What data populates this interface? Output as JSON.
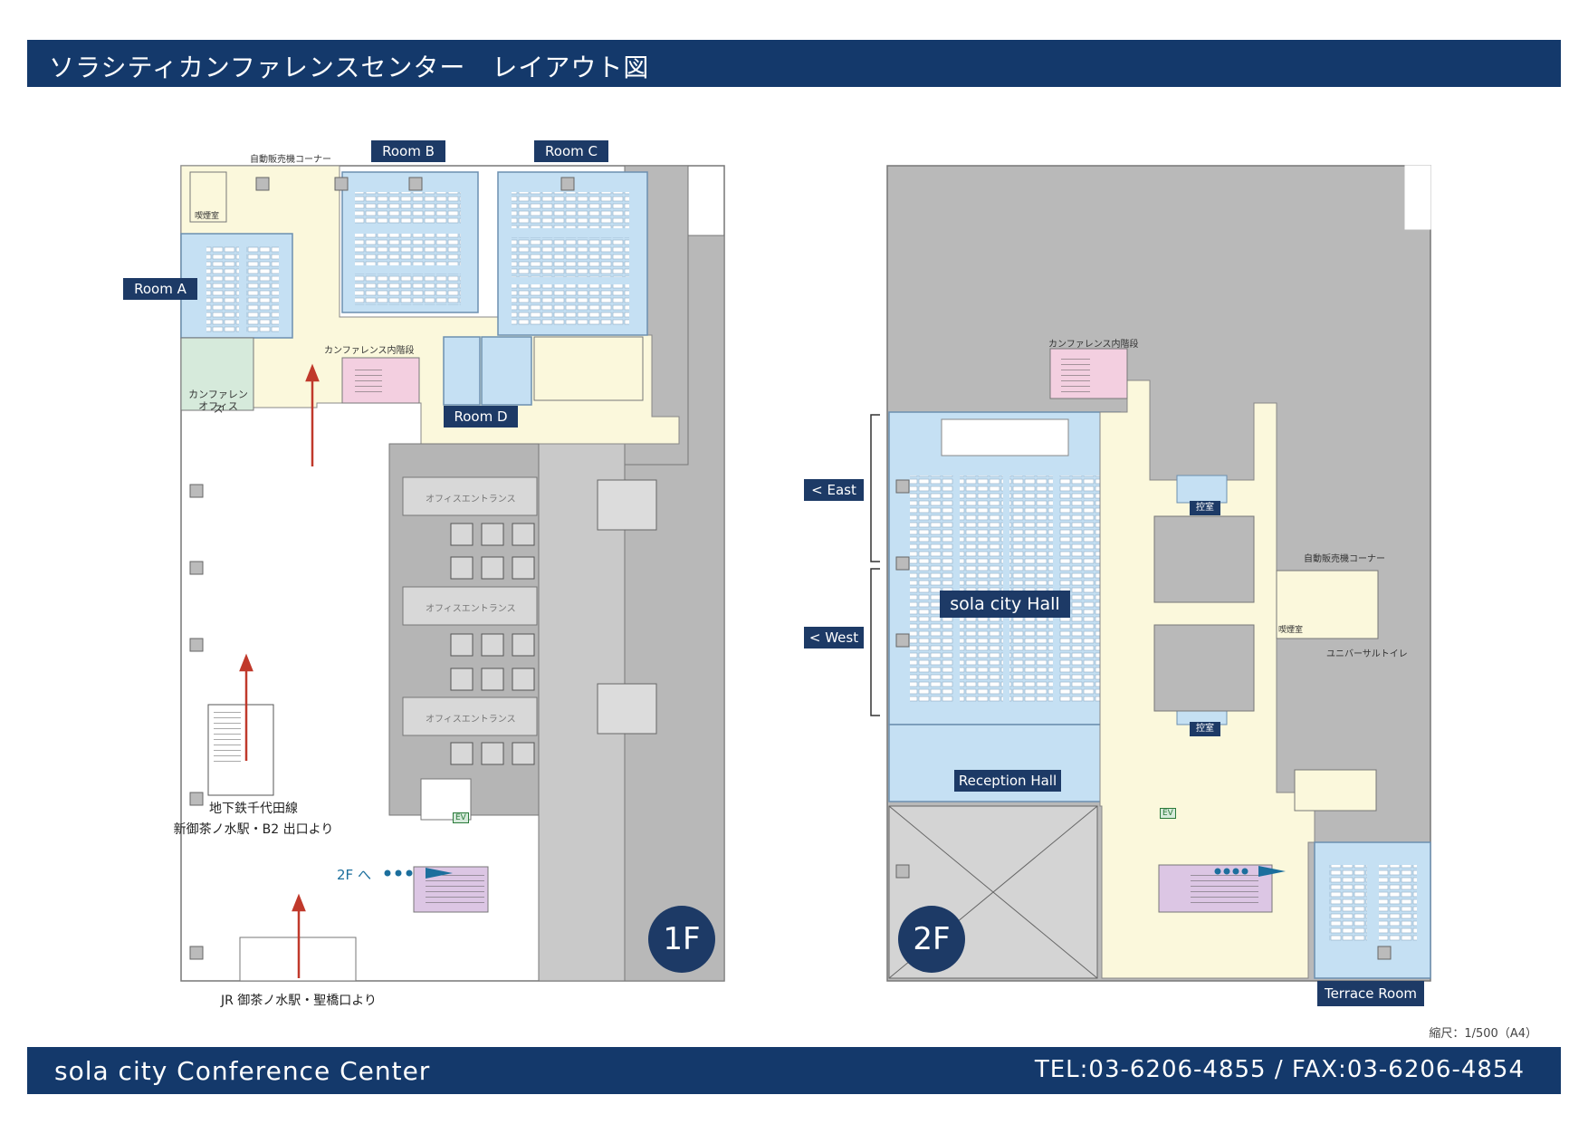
{
  "header": {
    "title": "ソラシティカンファレンスセンター　レイアウト図"
  },
  "footer": {
    "name": "sola city  Conference  Center",
    "contact": "TEL:03-6206-4855  /  FAX:03-6206-4854"
  },
  "scale_note": "縮尺：1/500（A4）",
  "floor1": {
    "badge": "1F",
    "rooms": {
      "a": "Room A",
      "b": "Room B",
      "c": "Room C",
      "d": "Room D"
    },
    "labels": {
      "vending": "自動販売機コーナー",
      "smoking": "喫煙室",
      "office_line1": "カンファレンス",
      "office_line2": "オフィス",
      "stairs": "カンファレンス内階段",
      "entrance1": "オフィスエントランス",
      "entrance2": "オフィスエントランス",
      "entrance3": "オフィスエントランス",
      "ev": "EV",
      "to2f": "2F へ",
      "subway_line1": "地下鉄千代田線",
      "subway_line2": "新御茶ノ水駅・B2 出口より",
      "jr": "JR 御茶ノ水駅・聖橋口より"
    }
  },
  "floor2": {
    "badge": "2F",
    "rooms": {
      "hall": "sola city Hall",
      "reception": "Reception Hall",
      "terrace": "Terrace Room"
    },
    "labels": {
      "east": "< East >",
      "west": "< West >",
      "stairs": "カンファレンス内階段",
      "waiting1": "控室",
      "waiting2": "控室",
      "vending": "自動販売機コーナー",
      "smoking": "喫煙室",
      "universal": "ユニバーサルトイレ",
      "ev": "EV"
    }
  },
  "colors": {
    "navy": "#14396b",
    "room_blue": "#c5e0f3",
    "corridor": "#fbf8dc",
    "gray": "#b9b9b9",
    "office_green": "#d6eadb",
    "stair_pink": "#f3cfe0",
    "escalator": "#dcc6e4"
  }
}
